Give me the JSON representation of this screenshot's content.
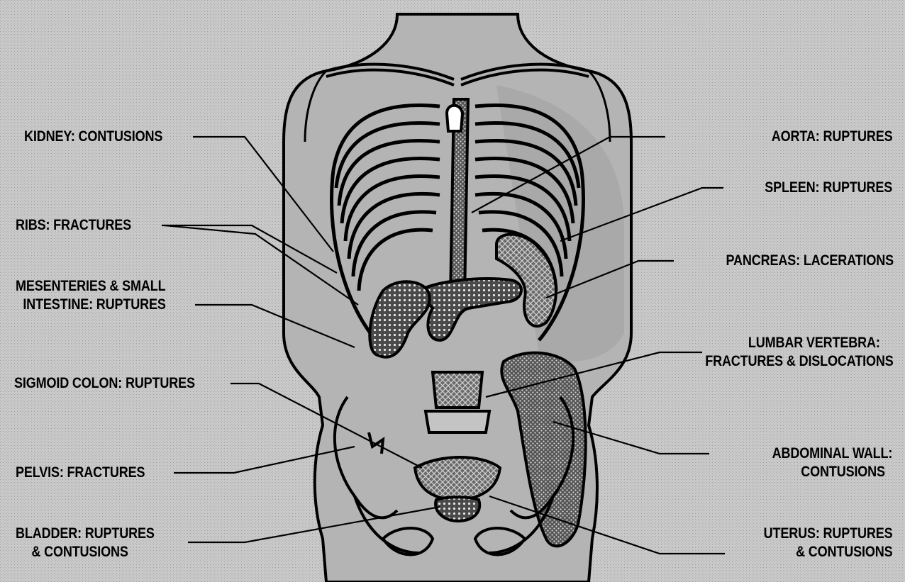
{
  "labels": {
    "kidney": "KIDNEY: CONTUSIONS",
    "ribs": "RIBS: FRACTURES",
    "mesenteries_1": "MESENTERIES & SMALL",
    "mesenteries_2": "INTESTINE: RUPTURES",
    "sigmoid": "SIGMOID COLON: RUPTURES",
    "pelvis": "PELVIS: FRACTURES",
    "bladder_1": "BLADDER: RUPTURES",
    "bladder_2": "& CONTUSIONS",
    "aorta": "AORTA: RUPTURES",
    "spleen": "SPLEEN: RUPTURES",
    "pancreas": "PANCREAS: LACERATIONS",
    "lumbar_1": "LUMBAR VERTEBRA:",
    "lumbar_2": "FRACTURES & DISLOCATIONS",
    "abdominal_1": "ABDOMINAL WALL:",
    "abdominal_2": "CONTUSIONS",
    "uterus_1": "UTERUS: RUPTURES",
    "uterus_2": "& CONTUSIONS"
  },
  "colors": {
    "background": "#c9c9c9",
    "ink": "#000000",
    "torso_shadow": "#a9a9a9"
  }
}
